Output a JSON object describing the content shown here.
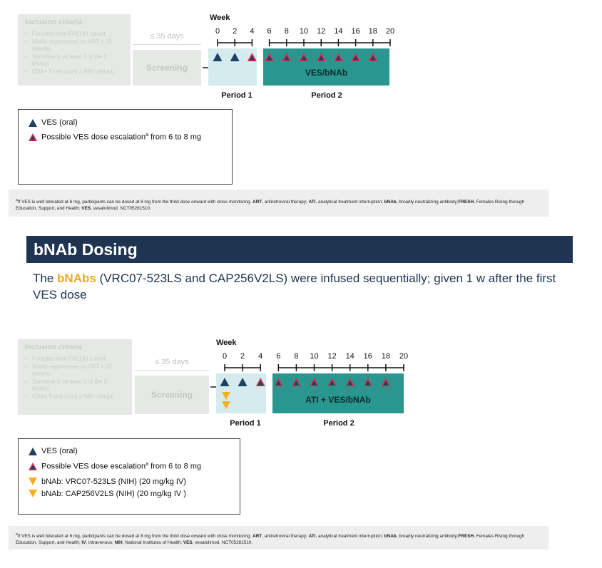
{
  "colors": {
    "ves_oral": "#1f3f66",
    "ves_escalation": "#d8324b",
    "bnab": "#f4b11d",
    "period1": "#d4ecee",
    "period2": "#2a9690",
    "banner": "#1f3450",
    "highlight": "#f0a81c"
  },
  "icons": {
    "ves_oral": "navy-triangle-up-icon",
    "ves_escalation": "red-triangle-up-icon",
    "bnab": "yellow-triangle-down-icon"
  },
  "shared": {
    "inclusion_title": "Inclusion criteria",
    "inclusion_items": [
      "Females from FRESH cohort",
      "Virally suppressed on ART > 12 months",
      "Sensitive to at least 1 of the 2 bNAbs",
      "CD4+ T-cell count ≥ 500 cells/μL"
    ],
    "screening_days": "≤ 35 days",
    "screening_label": "Screening",
    "week_title": "Week",
    "weeks": [
      "0",
      "2",
      "4",
      "6",
      "8",
      "10",
      "12",
      "14",
      "16",
      "18",
      "20"
    ],
    "period1_label": "Period 1",
    "period2_label": "Period 2",
    "legend_ves_oral": "VES (oral)",
    "legend_escalation_pre": "Possible VES dose escalation",
    "legend_escalation_sup": "a",
    "legend_escalation_post": " from 6 to 8 mg"
  },
  "diagram1": {
    "period2_text": "VES/bNAb",
    "footnote_lead": "If VES is well tolerated at 6 mg, participants can be dosed at 8 mg from the third dose onward with close monitoring.",
    "footnote_terms": [
      {
        "term": "ART",
        "def": ", antiretroviral therapy; "
      },
      {
        "term": "ATI",
        "def": ", analytical treatment interruption; "
      },
      {
        "term": "bNAb",
        "def": ", broadly neutralizing antibody;"
      },
      {
        "term": "FRESH",
        "def": ", Females Rising through Education, Support, and Health; "
      },
      {
        "term": "VES",
        "def": ", vesatolimod. NCT05281510."
      }
    ]
  },
  "section": {
    "banner": "bNAb Dosing",
    "subtitle_pre": "The ",
    "subtitle_hl": "bNAbs",
    "subtitle_post": " (VRC07-523LS and CAP256V2LS) were infused sequentially; given 1 w after the first VES dose"
  },
  "diagram2": {
    "period2_text": "ATI + VES/bNAb",
    "legend_bnab1": "bNAb: VRC07-523LS (NIH) (20 mg/kg IV)",
    "legend_bnab2": "bNAb: CAP256V2LS  (NIH) (20 mg/kg IV )",
    "footnote_lead": "If VES is well tolerated at 6 mg, participants can be dosed at 8 mg from the third dose onward with close monitoring.",
    "footnote_terms": [
      {
        "term": "ART",
        "def": ", antiretroviral therapy; "
      },
      {
        "term": "ATI",
        "def": ", analytical treatment interruption; "
      },
      {
        "term": "bNAb",
        "def": ", broadly neutralizing antibody;"
      },
      {
        "term": "FRESH",
        "def": ", Females Rising through Education, Support, and Health; "
      },
      {
        "term": "IV",
        "def": ", intravenous; "
      },
      {
        "term": "NIH",
        "def": ", National Institutes of Health; "
      },
      {
        "term": "VES",
        "def": ", vesatolimod. NCT05281510."
      }
    ]
  }
}
